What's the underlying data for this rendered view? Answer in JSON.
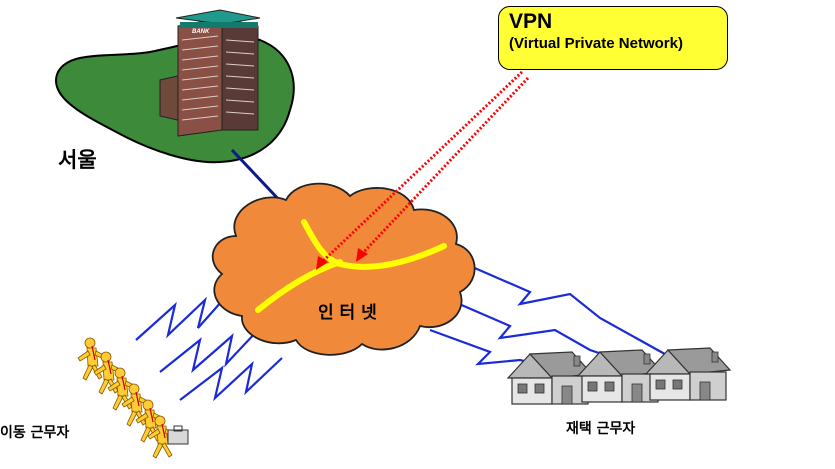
{
  "callout": {
    "title": "VPN",
    "subtitle": "(Virtual Private Network)"
  },
  "labels": {
    "seoul": "서울",
    "internet": "인 터 넷",
    "mobile_workers": "이동 근무자",
    "home_workers": "재택 근무자"
  },
  "bank_sign": "BANK",
  "colors": {
    "island_green": "#3c8a3a",
    "cloud_orange": "#f08a3a",
    "tunnel_yellow": "#ffff00",
    "link_blue": "#1a2bd8",
    "dark_link": "#0a1a8a",
    "vpn_dotted_red": "#ff0000",
    "callout_bg": "#ffff33",
    "worker_yellow": "#ffcc33"
  },
  "icons": [
    "building-icon",
    "cloud-icon",
    "house-icon",
    "running-person-icon",
    "briefcase-icon"
  ]
}
